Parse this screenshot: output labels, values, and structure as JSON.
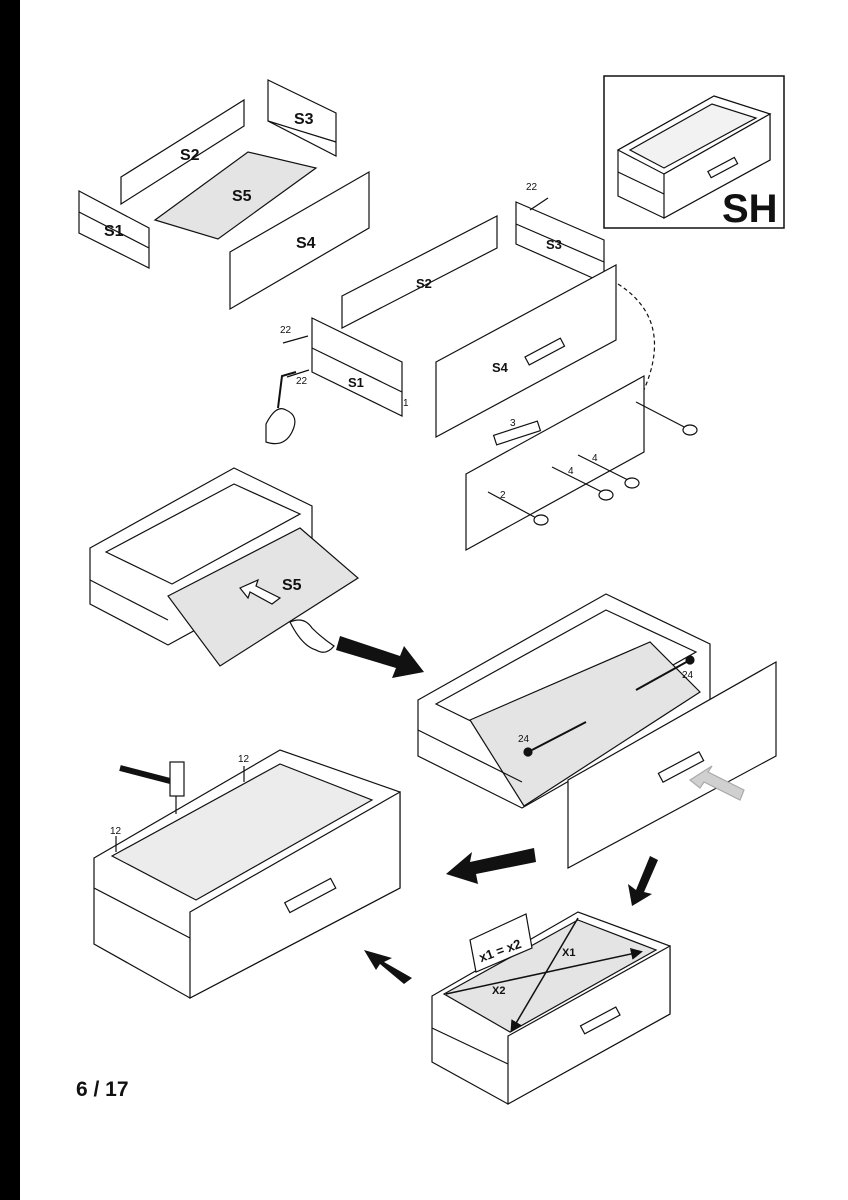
{
  "labels": {
    "sh": "SH",
    "s1": "S1",
    "s2": "S2",
    "s3": "S3",
    "s4": "S4",
    "s5": "S5",
    "x1": "X1",
    "x2": "X2",
    "equation": "x1 = x2"
  },
  "fittings": {
    "f22": "22",
    "f24": "24",
    "f12": "12",
    "f1": "1",
    "f2": "2",
    "f3": "3",
    "f4": "4"
  },
  "page": {
    "number": "6 / 17"
  },
  "colors": {
    "panel": "#ffffff",
    "bottom_board": "#e4e4e4",
    "line": "#111111",
    "arrow": "#111111",
    "hint_arrow": "#c8c8c8"
  }
}
